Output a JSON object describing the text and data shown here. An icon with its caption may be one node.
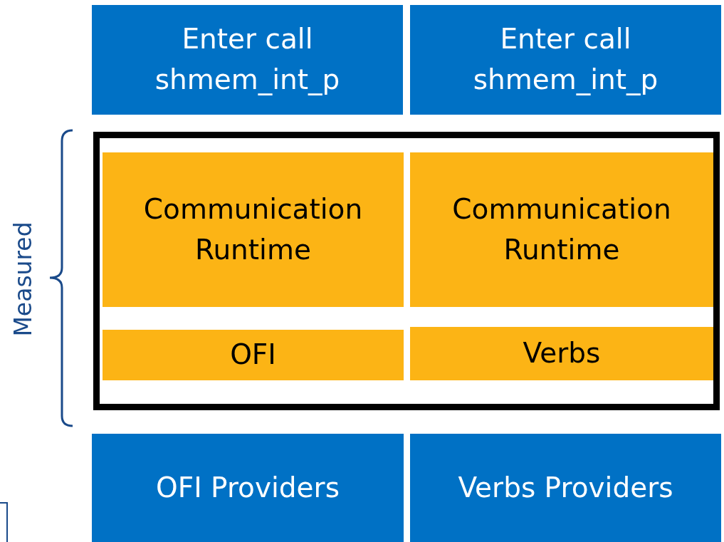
{
  "diagram": {
    "nodes": [
      {
        "text": [
          "Enter call shmem_int_p"
        ]
      },
      {
        "text": [
          "Enter call shmem_int_p"
        ]
      },
      {
        "text": [],
        "shape": "box"
      },
      {
        "text": [
          "Communication Runtime"
        ],
        "in": 2
      },
      {
        "text": [
          "Communication Runtime"
        ],
        "in": 2
      },
      {
        "text": [
          "OFI"
        ],
        "in": 2
      },
      {
        "text": [
          "Verbs"
        ],
        "in": 2
      },
      {
        "text": [
          "OFI Providers"
        ]
      },
      {
        "text": [
          "Verbs Providers"
        ]
      }
    ],
    "edges": [],
    "labels": [
      "Measured"
    ]
  }
}
